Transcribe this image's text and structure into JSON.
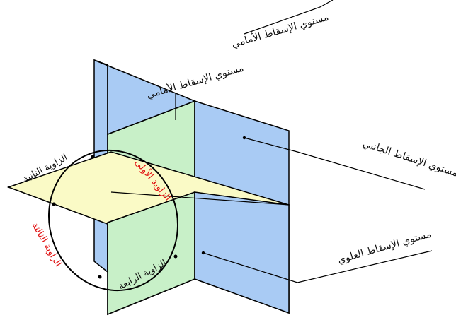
{
  "labels": {
    "frontal_plane": "مستوي الإسقاط الأمامي",
    "side_plane": "مستوي الإسقاط الجانبي",
    "horizontal_plane": "مستوي الإسقاط العلوي"
  },
  "angles": {
    "first": "الزاوية الأولى",
    "second": "الزاوية الثانية",
    "third": "الزاوية الثالثة",
    "fourth": "الزاوية الرابعة"
  },
  "colors": {
    "vertical_plane": "#a9cbf4",
    "profile_plane": "#c8f0c8",
    "horizontal_plane": "#fafac6",
    "emphasis": "#e01010",
    "outline": "#000000"
  }
}
